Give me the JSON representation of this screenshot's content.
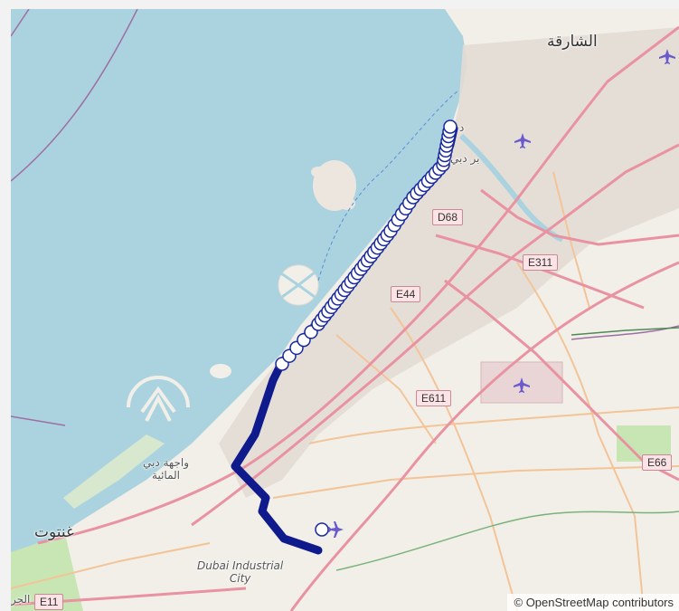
{
  "places": {
    "sharjah": "الشارقة",
    "waterfront_line1": "واجهة دبي",
    "waterfront_line2": "المائية",
    "ghantoot": "غنتوت",
    "dubai_industrial_line1": "Dubai Industrial",
    "dubai_industrial_line2": "City",
    "bur_dubai": "بر دبي",
    "deira_letter": "د",
    "left_edge_fragment": "الجر"
  },
  "road_shields": {
    "d68": "D68",
    "e311": "E311",
    "e44": "E44",
    "e611": "E611",
    "e66": "E66",
    "e11": "E11"
  },
  "attribution": "© OpenStreetMap contributors",
  "icons": [
    "airplane-icon",
    "route-marker"
  ],
  "colors": {
    "sea": "#aad3df",
    "land": "#f2efe9",
    "route": "#0f1a8c",
    "marker_fill": "#ffffff",
    "marker_stroke": "#1a2a9c",
    "motorway": "#e892a2",
    "primary_road": "#f3c497",
    "park": "#c8e6b4",
    "border": "#9e6fa3"
  }
}
